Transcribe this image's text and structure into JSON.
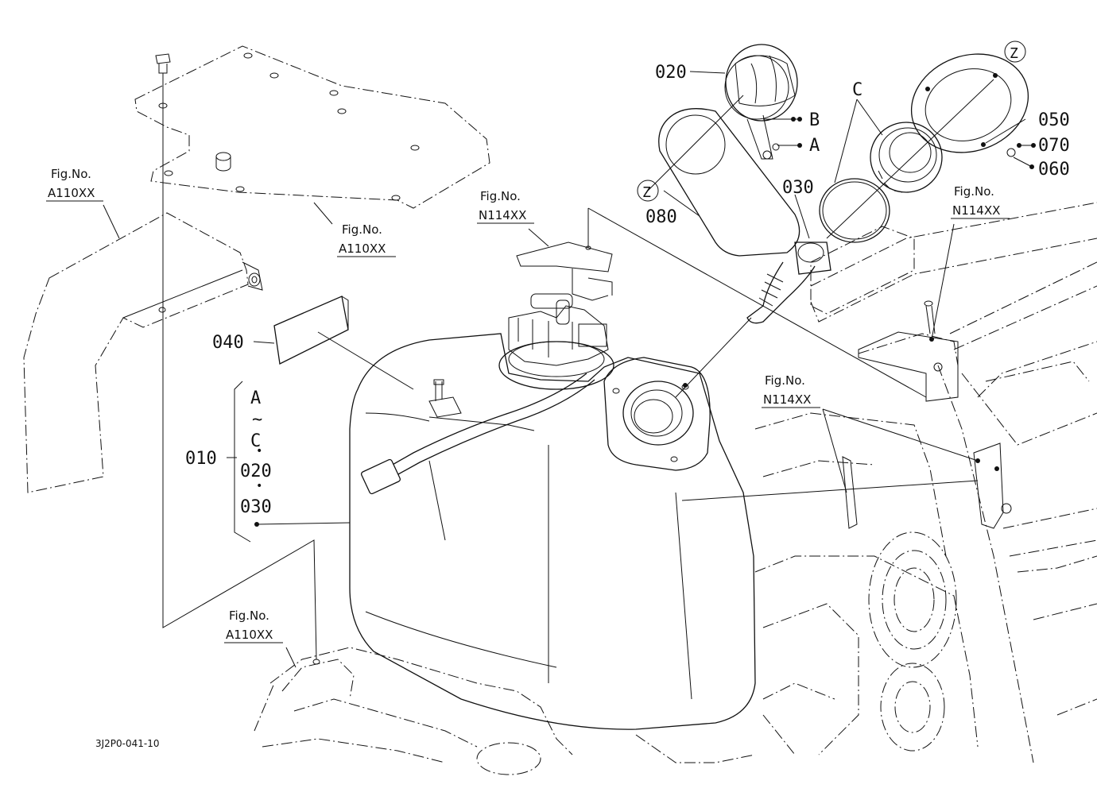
{
  "diagram_code": "3J2P0-041-10",
  "fig_ref_prefix": "Fig.No.",
  "fig_refs": {
    "a110_left": "A110XX",
    "a110_plate": "A110XX",
    "a110_bottom": "A110XX",
    "n114_top": "N114XX",
    "n114_right": "N114XX",
    "n114_mid": "N114XX"
  },
  "parts": {
    "p010": "010",
    "p020": "020",
    "p030": "030",
    "p040": "040",
    "p050": "050",
    "p060": "060",
    "p070": "070",
    "p080": "080"
  },
  "markers": {
    "a": "A",
    "b": "B",
    "c": "C",
    "z": "Z",
    "tilde": "~"
  },
  "group_010": {
    "from": "A",
    "to": "C",
    "dot": "•",
    "item1": "020",
    "item2": "030"
  }
}
